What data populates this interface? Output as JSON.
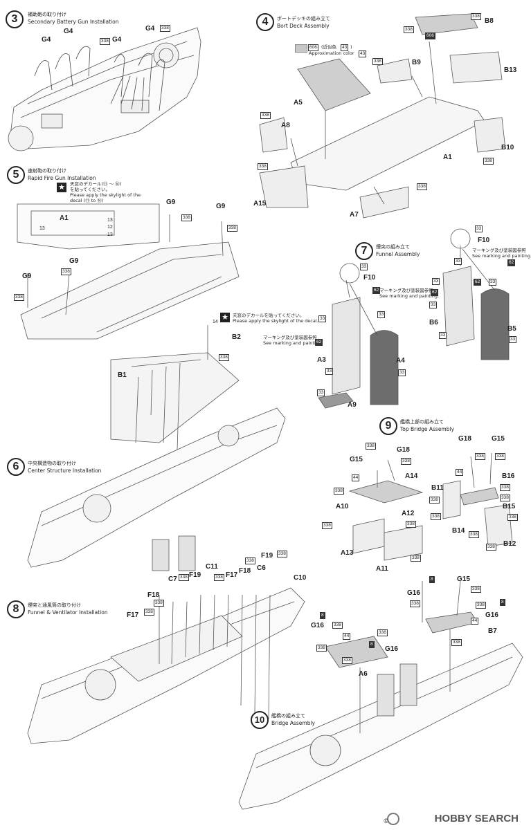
{
  "steps": [
    {
      "num": "3",
      "jp": "補助砲の取り付け",
      "en": "Secondary Battery Gun Installation"
    },
    {
      "num": "4",
      "jp": "ボートデッキの組み立て",
      "en": "Bort Deck Assembly"
    },
    {
      "num": "5",
      "jp": "速射砲の取り付け",
      "en": "Rapid Fire Gun Installation"
    },
    {
      "num": "6",
      "jp": "中央構造物の取り付け",
      "en": "Center Structure Installation"
    },
    {
      "num": "7",
      "jp": "煙突の組み立て",
      "en": "Funnel Assembly"
    },
    {
      "num": "8",
      "jp": "煙突と通風筒の取り付け",
      "en": "Funnel & Ventilator Installation"
    },
    {
      "num": "9",
      "jp": "艦橋上部の組み立て",
      "en": "Top Bridge Assembly"
    },
    {
      "num": "10",
      "jp": "艦橋の組み立て",
      "en": "Bridge Assembly"
    }
  ],
  "notes": {
    "approx_jp": "(近似色",
    "approx_num": "43",
    "approx_close": ")",
    "approx_en": "Approximation color",
    "swatch_code": "606",
    "decal_jp_a": "天窓のデカール(⑪ ～ ⑭)",
    "decal_jp_b": "を貼ってください。",
    "decal_en_a": "Please apply the skylight of the",
    "decal_en_b": "decal (⑪ to ⑭)",
    "decal2_jp": "天窓のデカールを貼ってください。",
    "decal2_en": "Please apply the skylight of the decal.",
    "marking_jp": "マーキング及び塗装図参照",
    "marking_en": "See marking and painting.",
    "c62": "62",
    "c13": "13",
    "c12": "12",
    "c14": "14",
    "c33": "33",
    "c44": "44",
    "c8": "8",
    "c338": "338",
    "c606": "606",
    "c43": "43"
  },
  "parts": {
    "G4a": "G4",
    "G4b": "G4",
    "G4c": "G4",
    "G4d": "G4",
    "B8": "B8",
    "B9": "B9",
    "B13": "B13",
    "B10": "B10",
    "A1": "A1",
    "A5": "A5",
    "A8": "A8",
    "A15": "A15",
    "A7": "A7",
    "A1b": "A1",
    "G9a": "G9",
    "G9b": "G9",
    "G9c": "G9",
    "G9d": "G9",
    "B2": "B2",
    "B1": "B1",
    "F10a": "F10",
    "F10b": "F10",
    "A3": "A3",
    "A4": "A4",
    "A9": "A9",
    "B6": "B6",
    "B5": "B5",
    "G18a": "G18",
    "G15a": "G15",
    "A14": "A14",
    "A10": "A10",
    "A12": "A12",
    "A13": "A13",
    "A11": "A11",
    "G18b": "G18",
    "G15b": "G15",
    "B16": "B16",
    "B11": "B11",
    "B15": "B15",
    "B14": "B14",
    "B12": "B12",
    "C7": "C7",
    "C11": "C11",
    "F19a": "F19",
    "F18a": "F18",
    "F17a": "F17",
    "C6": "C6",
    "F19b": "F19",
    "C10": "C10",
    "F18b": "F18",
    "F17b": "F17",
    "G15c": "G15",
    "G16a": "G16",
    "G16b": "G16",
    "G16c": "G16",
    "B7": "B7",
    "A6": "A6"
  },
  "watermark": "HOBBY SEARCH",
  "watermark_copy": "©"
}
